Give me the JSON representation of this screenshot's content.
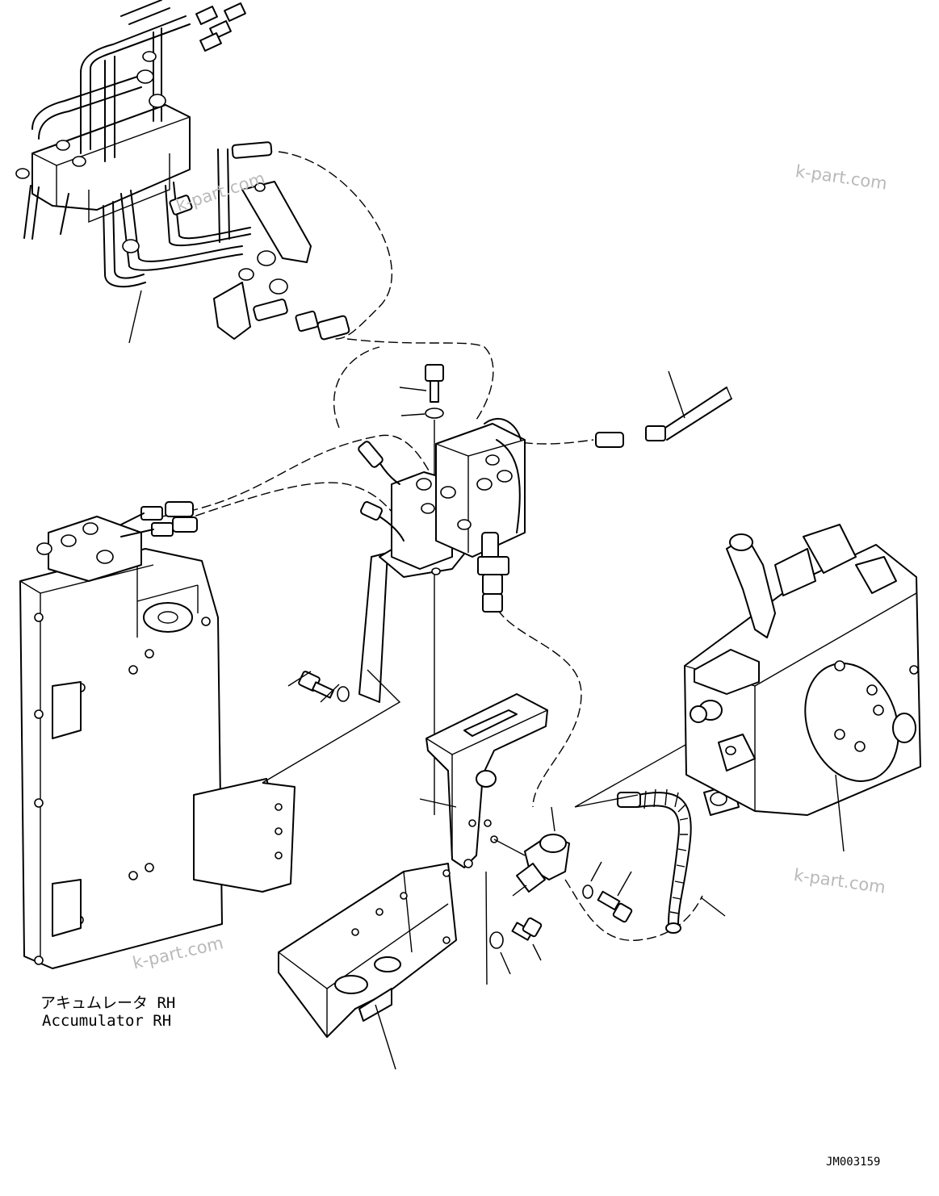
{
  "watermarks": [
    "k-part.com",
    "k-part.com",
    "k-part.com",
    "k-part.com"
  ],
  "accumulator_label": {
    "jp": "アキュムレータ RH",
    "en": "Accumulator RH"
  },
  "drawing_number": "JM003159"
}
